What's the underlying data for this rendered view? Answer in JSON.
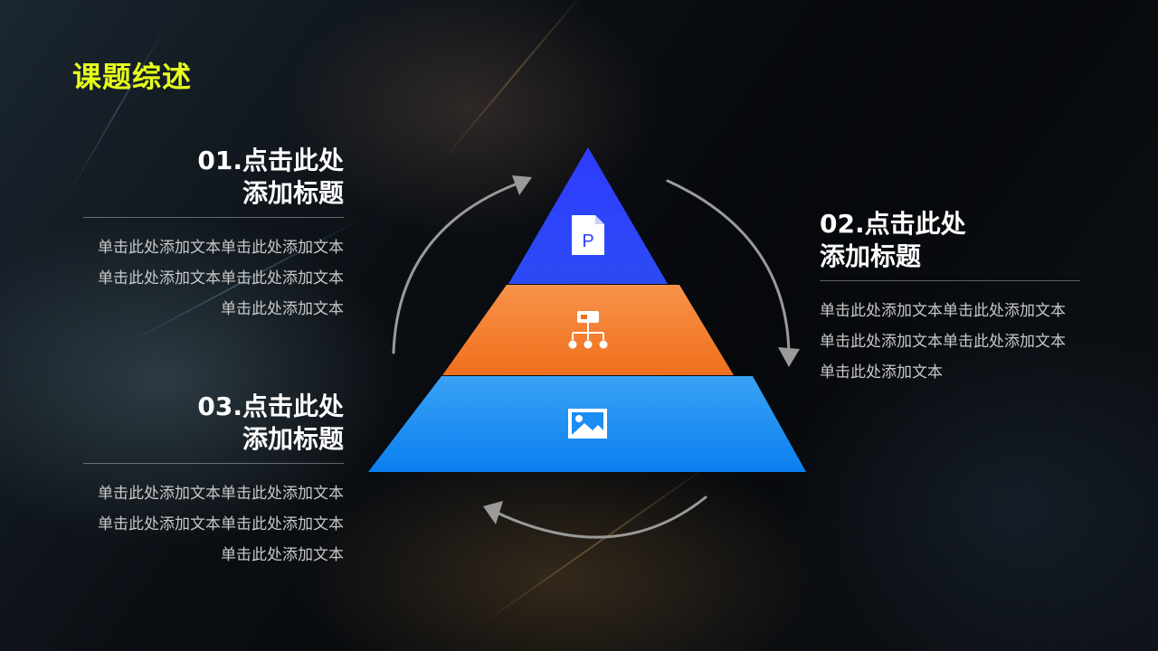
{
  "page_title": "课题综述",
  "sections": [
    {
      "heading_line1": "01.点击此处",
      "heading_line2": "添加标题",
      "body": "单击此处添加文本单击此处添加文本单击此处添加文本单击此处添加文本单击此处添加文本"
    },
    {
      "heading_line1": "02.点击此处",
      "heading_line2": "添加标题",
      "body": "单击此处添加文本单击此处添加文本单击此处添加文本单击此处添加文本单击此处添加文本"
    },
    {
      "heading_line1": "03.点击此处",
      "heading_line2": "添加标题",
      "body": "单击此处添加文本单击此处添加文本单击此处添加文本单击此处添加文本单击此处添加文本"
    }
  ],
  "pyramid": {
    "tiers": [
      {
        "icon": "document-p-icon",
        "color_top": "#2f3cff",
        "color_bottom": "#2b4bf5"
      },
      {
        "icon": "hierarchy-icon",
        "color_top": "#f7924a",
        "color_bottom": "#f0701c"
      },
      {
        "icon": "image-icon",
        "color_top": "#3aa2f5",
        "color_bottom": "#0a7ff0"
      }
    ],
    "icon_glyph_p": "P"
  },
  "colors": {
    "title": "#e6ff1a",
    "heading": "#ffffff",
    "body": "#c8c8c8",
    "arrow": "#9a9a9a"
  }
}
